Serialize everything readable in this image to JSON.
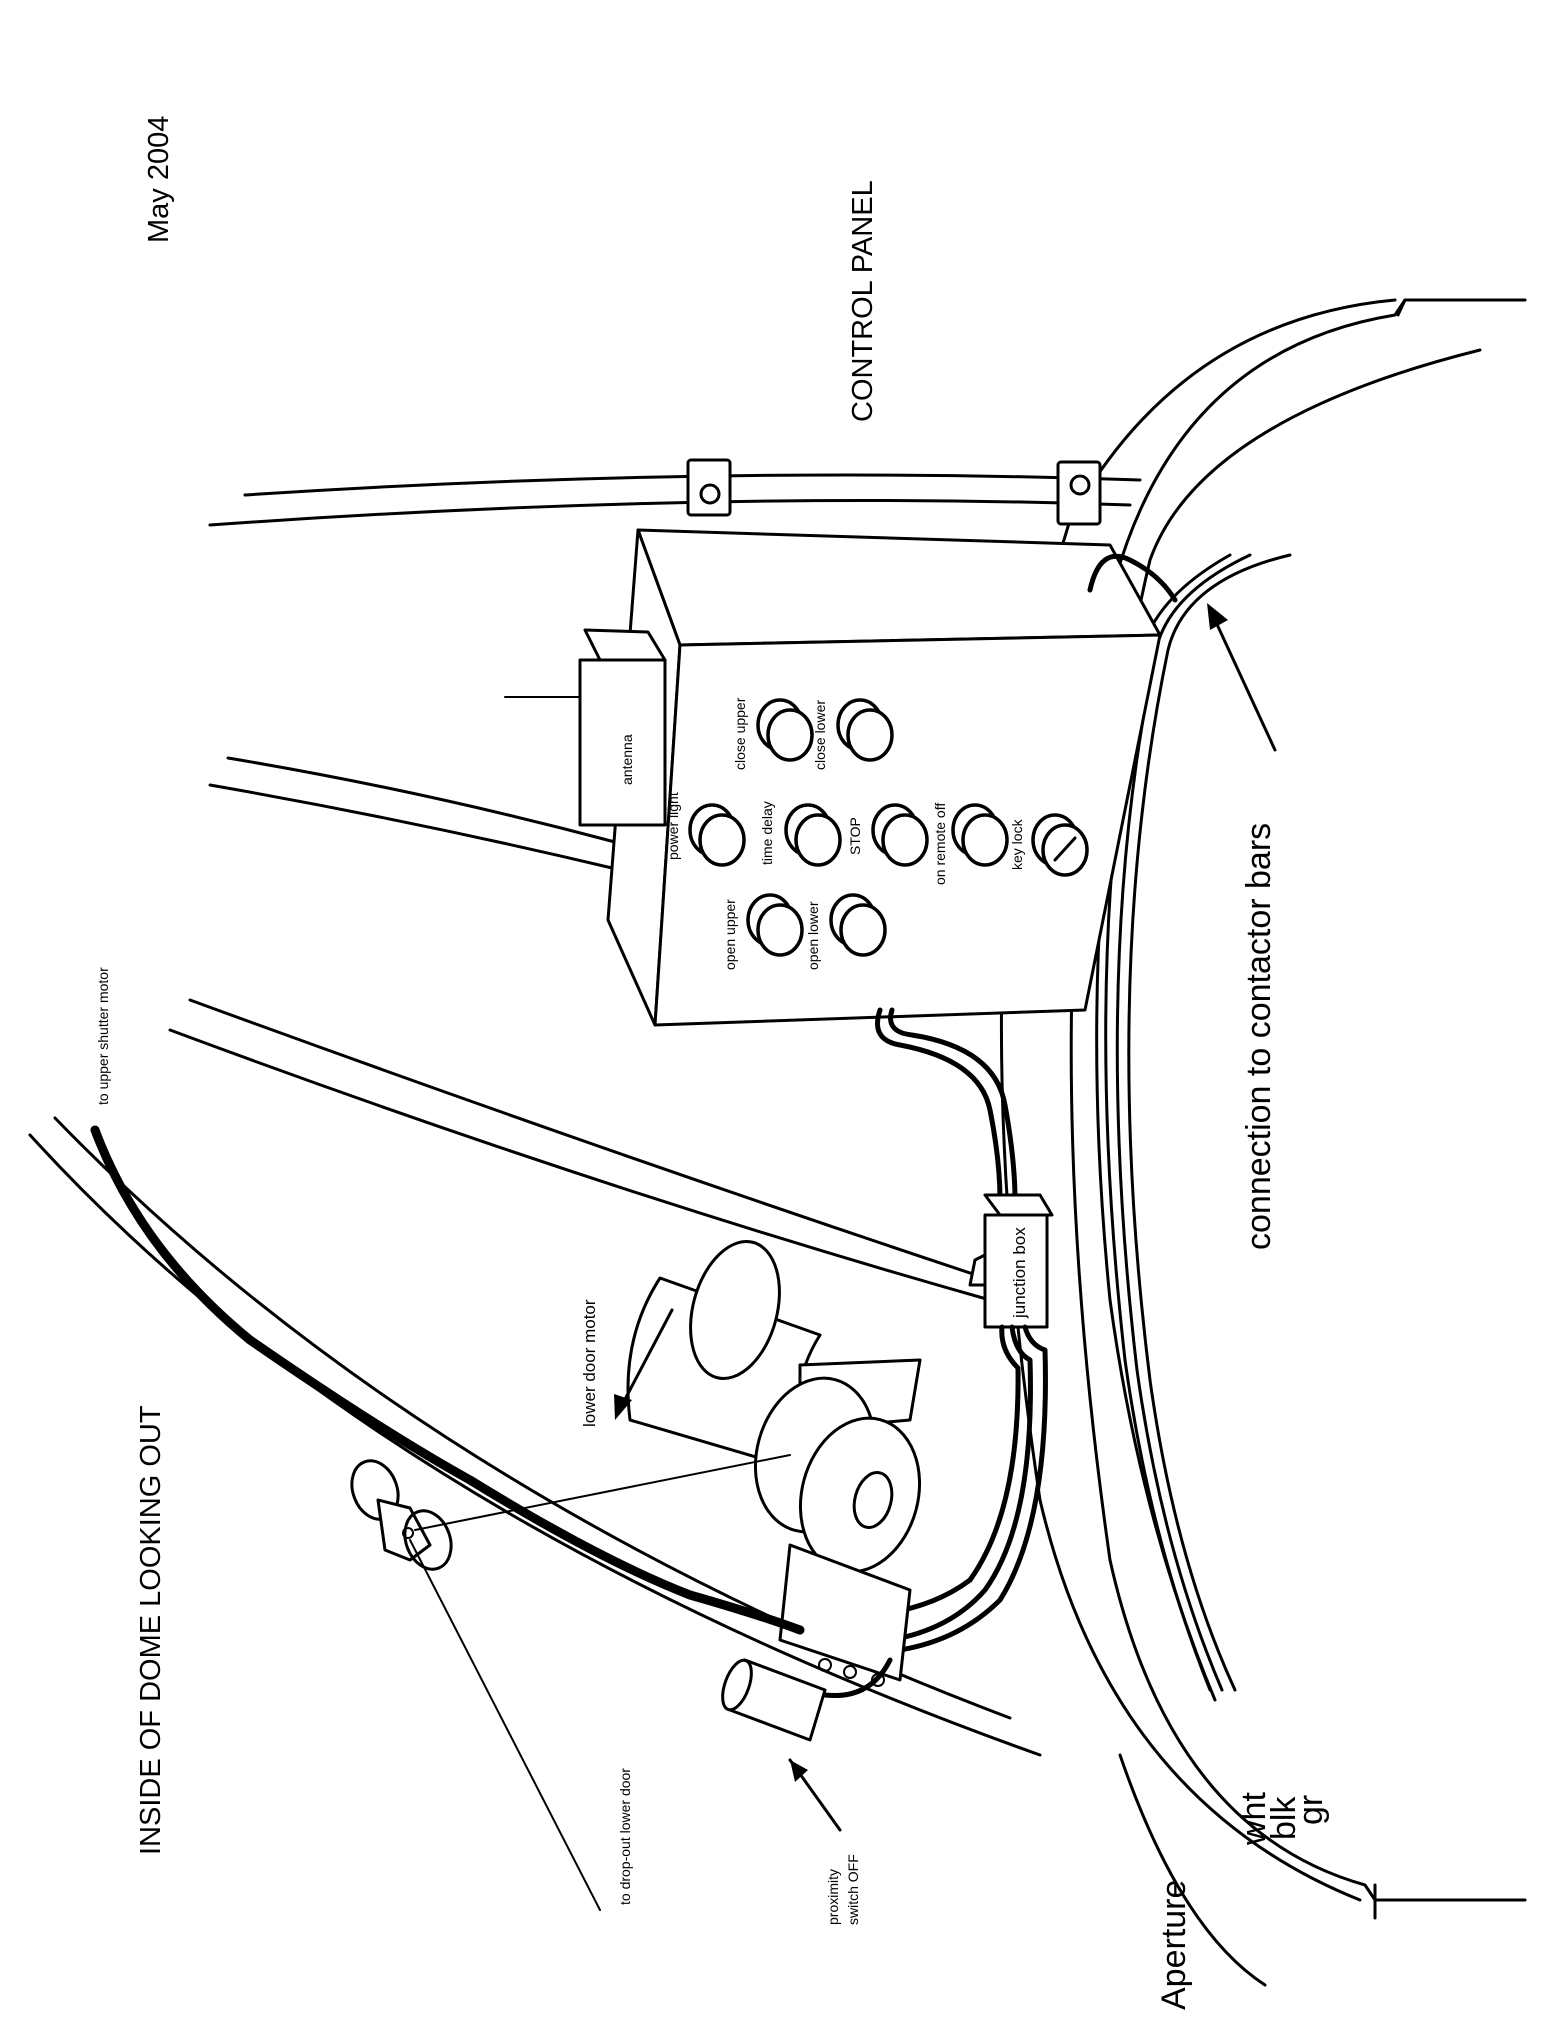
{
  "labels": {
    "date": "May 2004",
    "control_panel": "CONTROL PANEL",
    "inside_dome": "INSIDE OF DOME LOOKING OUT",
    "connection_contactor": "connection to contactor bars",
    "aperture": "Aperture",
    "junction_box": "junction box",
    "lower_door_motor": "lower door motor",
    "to_upper_shutter_motor": "to upper shutter motor",
    "to_dropout_lower_door": "to drop-out lower door",
    "proximity_switch_line1": "proximity",
    "proximity_switch_line2": "switch OFF",
    "antenna": "antenna",
    "wire_colors": [
      "wht",
      "blk",
      "gr"
    ]
  },
  "buttons": {
    "close_upper": "close upper",
    "close_lower": "close lower",
    "power_light": "power light",
    "time_delay": "time delay",
    "stop": "STOP",
    "on_remote_off": "on remote off",
    "key_lock": "key lock",
    "open_upper": "open upper",
    "open_lower": "open lower"
  }
}
